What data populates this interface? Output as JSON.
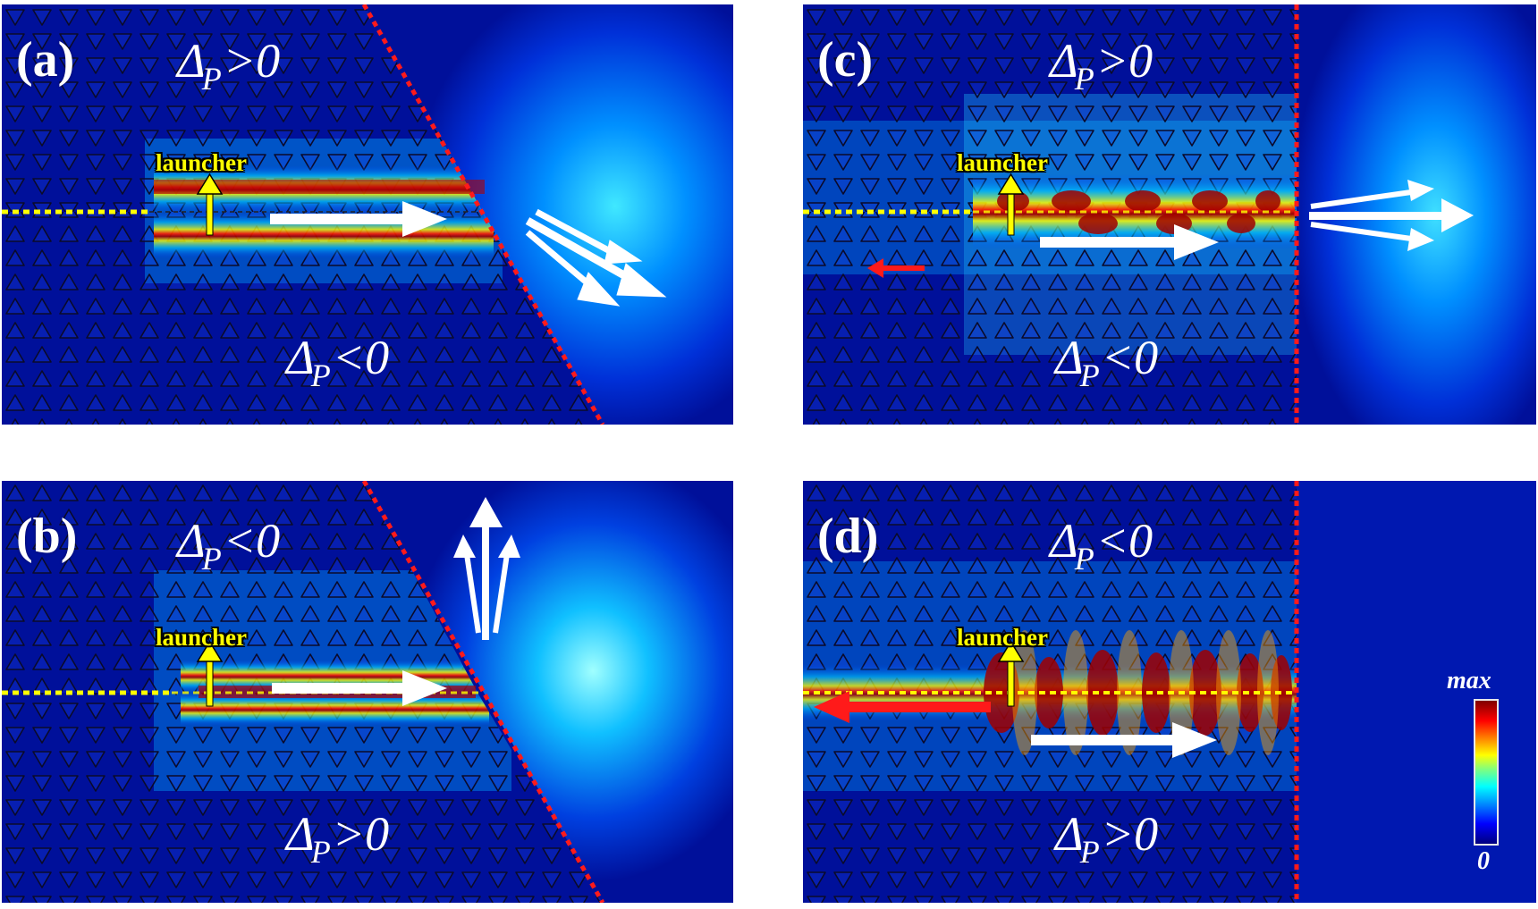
{
  "figure": {
    "panels": [
      {
        "id": "a",
        "label": "(a)",
        "top_region": {
          "symbol": "Δ",
          "sub": "P",
          "relation": ">0"
        },
        "bottom_region": {
          "symbol": "Δ",
          "sub": "P",
          "relation": "<0"
        },
        "launcher_label": "launcher",
        "interface": "tilted",
        "outgoing_beam": "down-right"
      },
      {
        "id": "b",
        "label": "(b)",
        "top_region": {
          "symbol": "Δ",
          "sub": "P",
          "relation": "<0"
        },
        "bottom_region": {
          "symbol": "Δ",
          "sub": "P",
          "relation": ">0"
        },
        "launcher_label": "launcher",
        "interface": "tilted",
        "outgoing_beam": "up"
      },
      {
        "id": "c",
        "label": "(c)",
        "top_region": {
          "symbol": "Δ",
          "sub": "P",
          "relation": ">0"
        },
        "bottom_region": {
          "symbol": "Δ",
          "sub": "P",
          "relation": "<0"
        },
        "launcher_label": "launcher",
        "interface": "vertical",
        "outgoing_beam": "right",
        "reflected_arrow": "small"
      },
      {
        "id": "d",
        "label": "(d)",
        "top_region": {
          "symbol": "Δ",
          "sub": "P",
          "relation": "<0"
        },
        "bottom_region": {
          "symbol": "Δ",
          "sub": "P",
          "relation": ">0"
        },
        "launcher_label": "launcher",
        "interface": "vertical",
        "outgoing_beam": "none",
        "reflected_arrow": "large"
      }
    ],
    "colorbar": {
      "max_label": "max",
      "min_label": "0",
      "colormap": "jet",
      "colors": [
        "#00007f",
        "#0000ff",
        "#00a0ff",
        "#00ffff",
        "#7fff7f",
        "#ffff00",
        "#ff8000",
        "#ff0000",
        "#800000"
      ]
    },
    "colors": {
      "background_field": "#00109a",
      "interface_line": "#ff1a1a",
      "waveguide_line": "#ffff00",
      "propagation_arrow": "#ffffff",
      "reflected_arrow": "#ff1a1a",
      "launcher_arrow": "#ffff00"
    }
  }
}
